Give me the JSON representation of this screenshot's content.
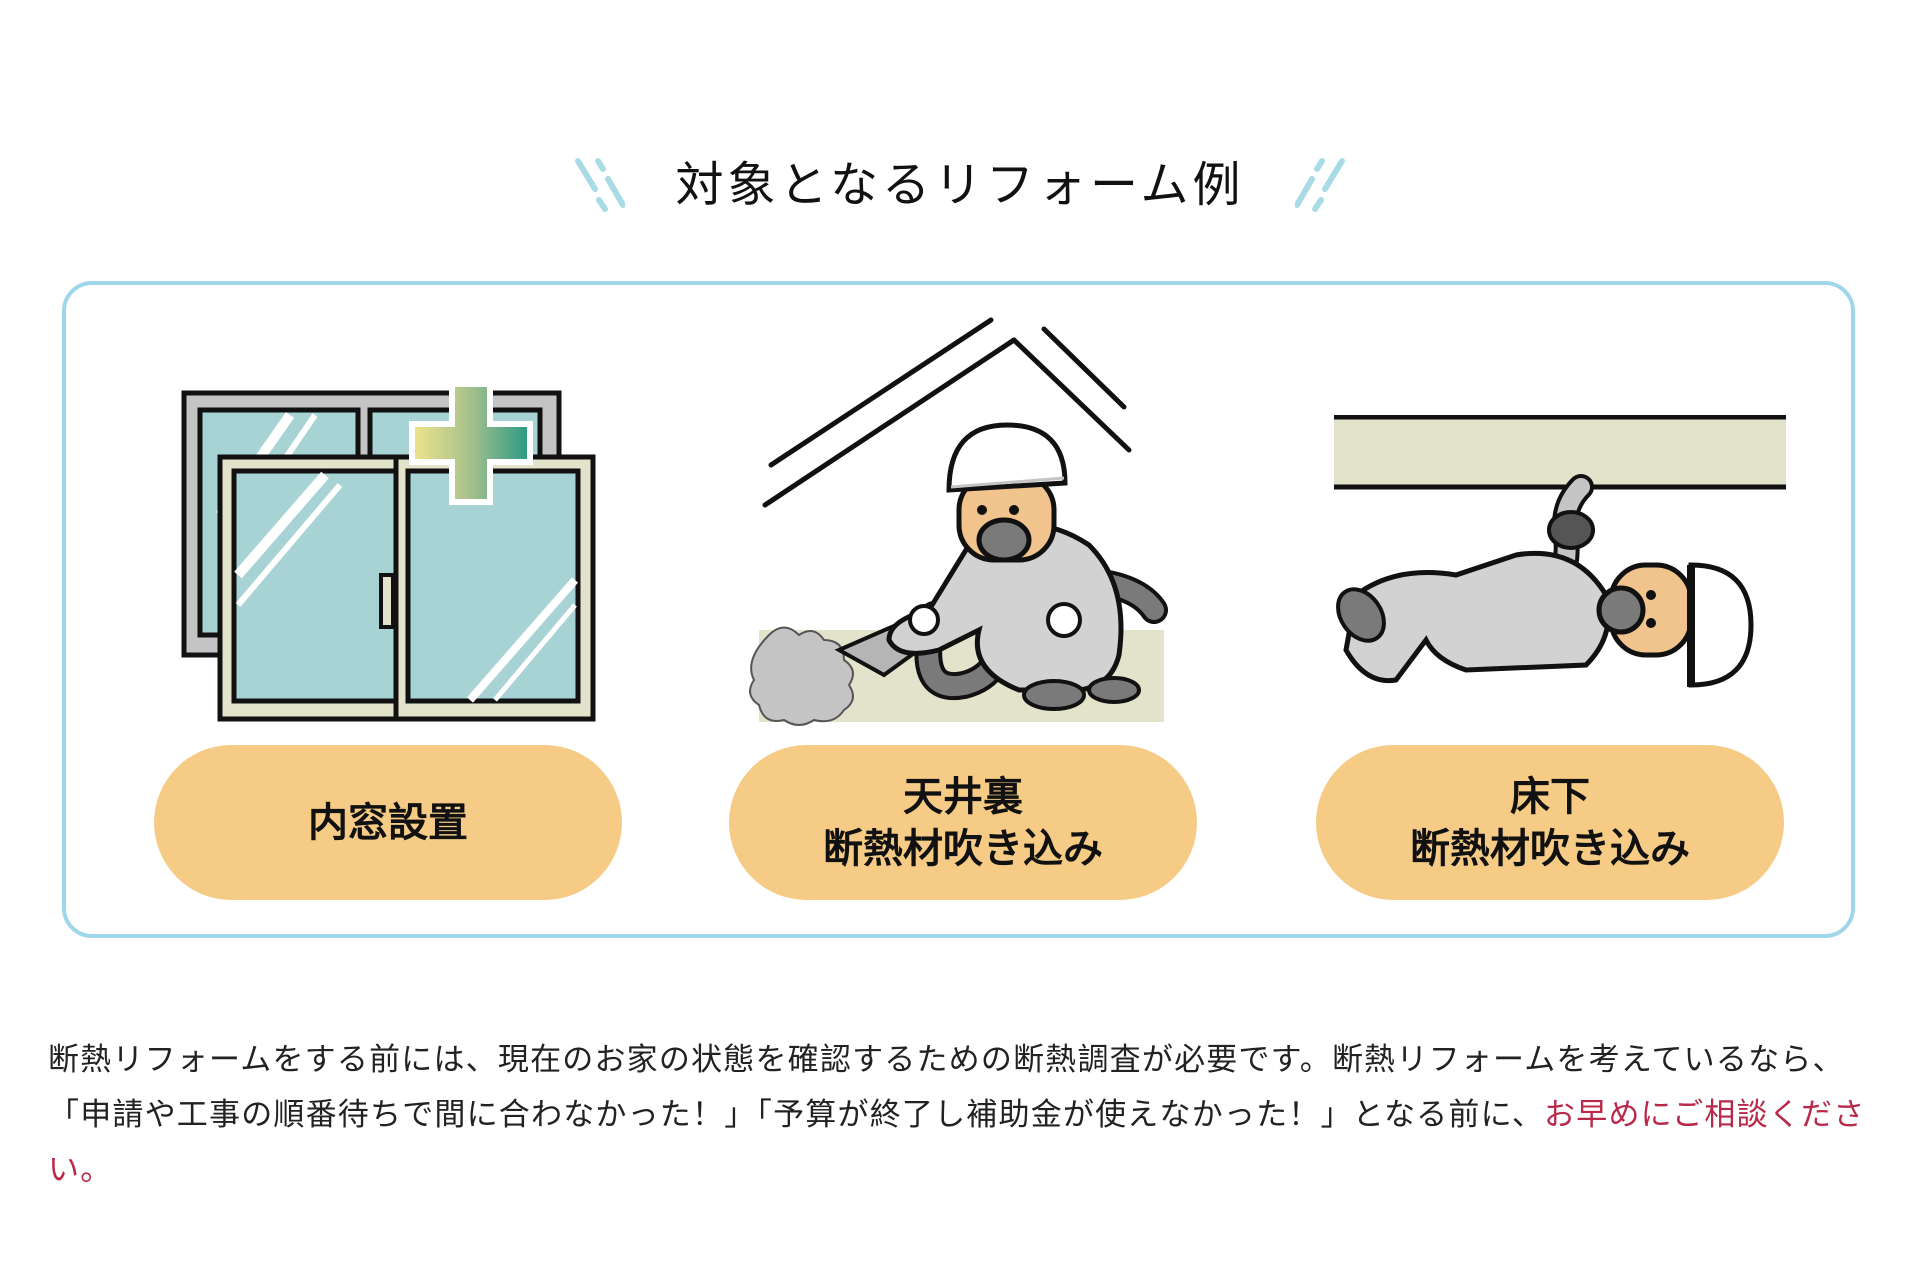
{
  "section": {
    "title": "対象となるリフォーム例",
    "decoration_color": "#a8dbe6"
  },
  "panel": {
    "border_color": "#9fd6ea",
    "cards": [
      {
        "illustration": "interior-window-illustration",
        "label_lines": [
          "内窓設置"
        ]
      },
      {
        "illustration": "attic-insulation-blowing-illustration",
        "label_lines": [
          "天井裏",
          "断熱材吹き込み"
        ]
      },
      {
        "illustration": "underfloor-insulation-blowing-illustration",
        "label_lines": [
          "床下",
          "断熱材吹き込み"
        ]
      }
    ],
    "pill_color": "#f5cb86"
  },
  "description": {
    "text": "断熱リフォームをする前には、現在のお家の状態を確認するための断熱調査が必要です。断熱リフォームを考えているなら、「申請や工事の順番待ちで間に合わなかった！」「予算が終了し補助金が使えなかった！」となる前に、",
    "accent_text": "お早めにご相談ください。",
    "accent_color": "#b8294a"
  }
}
